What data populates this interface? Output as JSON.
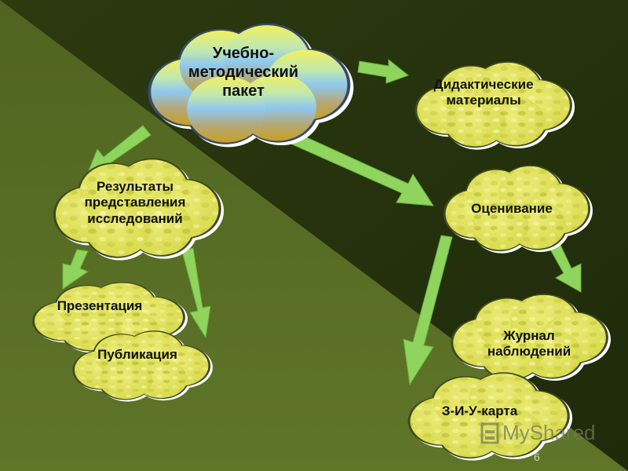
{
  "nodes": {
    "root": "Учебно-\nметодический\nпакет",
    "didactic": "Дидактические\nматериалы",
    "results": "Результаты\nпредставления\nисследований",
    "assessment": "Оценивание",
    "presentation": "Презентация",
    "publication": "Публикация",
    "journal": "Журнал\nнаблюдений",
    "kwl": "З-И-У-карта"
  },
  "watermark": "MyShared",
  "page_number": "6",
  "colors": {
    "bg_dark": "#24300d",
    "bg_light": "#556820",
    "cloud_yellow": "#e2e35a",
    "arrow_green": "#8fd45c"
  }
}
